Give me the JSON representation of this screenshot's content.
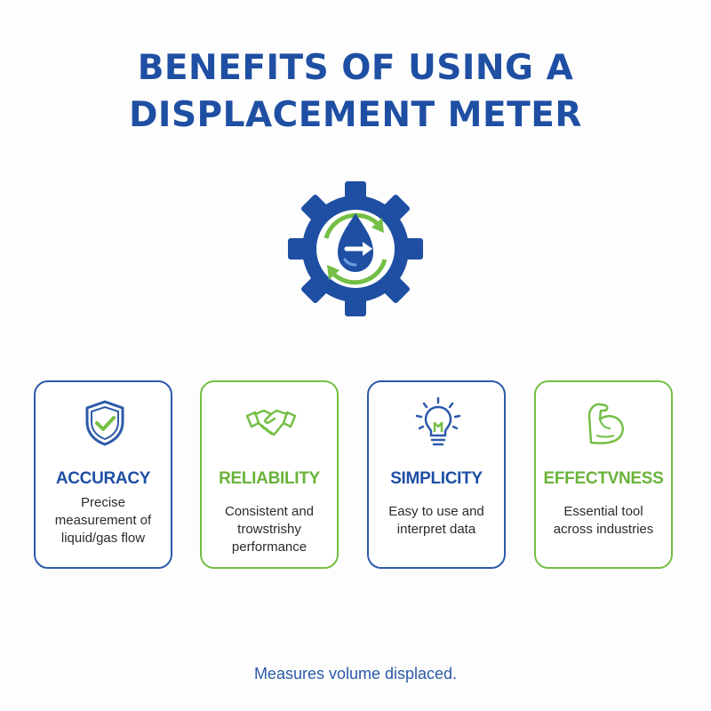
{
  "title": {
    "line1": "BENEFITS OF USING A",
    "line2": "DISPLACEMENT METER"
  },
  "hero": {
    "icon": "gear-water-drop-icon"
  },
  "colors": {
    "blue": "#1f4fa3",
    "green": "#74bf45"
  },
  "cards": [
    {
      "icon": "shield-check-icon",
      "title": "ACCURACY",
      "desc": [
        "Precise",
        "measurement of",
        "liquid/gas flow"
      ]
    },
    {
      "icon": "handshake-icon",
      "title": "RELIABILITY",
      "desc": [
        "Consistent and",
        "trowstrishy",
        "performance"
      ]
    },
    {
      "icon": "lightbulb-icon",
      "title": "SIMPLICITY",
      "desc": [
        "Easy to use and",
        "interpret data"
      ]
    },
    {
      "icon": "flexed-arm-icon",
      "title": "EFFECTVNESS",
      "desc": [
        "Essential tool",
        "across industries"
      ]
    }
  ],
  "footer": {
    "text": "Measures volume displaced."
  }
}
